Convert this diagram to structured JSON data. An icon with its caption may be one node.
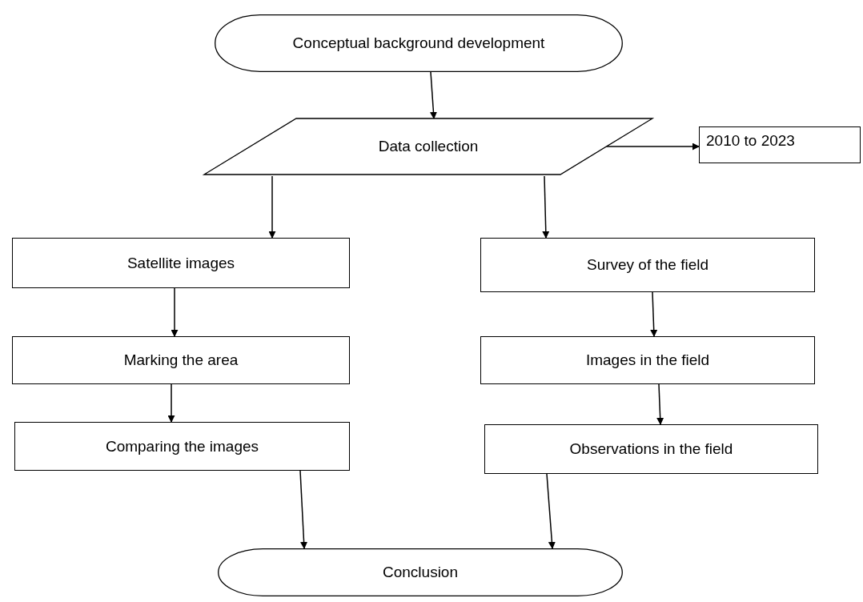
{
  "diagram": {
    "nodes": [
      {
        "text": [
          "Conceptual background development"
        ]
      },
      {
        "text": [
          "Data collection"
        ]
      },
      {
        "text": [
          "2010 to 2023"
        ]
      },
      {
        "text": [
          "Satellite images"
        ]
      },
      {
        "text": [
          "Marking the area"
        ]
      },
      {
        "text": [
          "Comparing the images"
        ]
      },
      {
        "text": [
          "Survey of the field"
        ]
      },
      {
        "text": [
          "Images in the field"
        ]
      },
      {
        "text": [
          "Observations in the field"
        ]
      },
      {
        "text": [
          "Conclusion"
        ]
      }
    ],
    "edges": [
      {
        "from": 0,
        "to": 1,
        "arrow": "to"
      },
      {
        "from": 1,
        "to": 2,
        "arrow": "to"
      },
      {
        "from": 1,
        "to": 3,
        "arrow": "to"
      },
      {
        "from": 1,
        "to": 6,
        "arrow": "to"
      },
      {
        "from": 3,
        "to": 4,
        "arrow": "to"
      },
      {
        "from": 4,
        "to": 5,
        "arrow": "to"
      },
      {
        "from": 6,
        "to": 7,
        "arrow": "to"
      },
      {
        "from": 7,
        "to": 8,
        "arrow": "to"
      },
      {
        "from": 5,
        "to": 9,
        "arrow": "to"
      },
      {
        "from": 8,
        "to": 9,
        "arrow": "to"
      }
    ]
  }
}
